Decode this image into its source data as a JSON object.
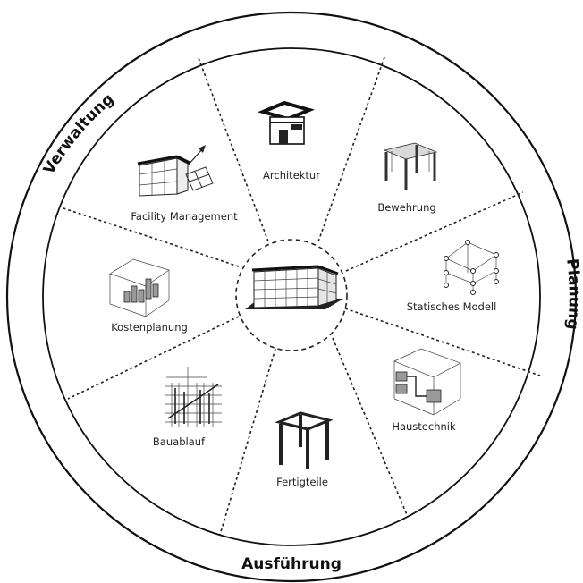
{
  "phases": {
    "verwaltung": "Verwaltung",
    "planung": "Planung",
    "ausfuehrung": "Ausführung"
  },
  "segments": {
    "architektur": "Architektur",
    "bewehrung": "Bewehrung",
    "statisches_modell": "Statisches Modell",
    "haustechnik": "Haustechnik",
    "fertigteile": "Fertigteile",
    "bauablauf": "Bauablauf",
    "kostenplanung": "Kostenplanung",
    "facility_management": "Facility Management"
  },
  "icons": {
    "center": "building-model-icon",
    "architektur": "house-icon",
    "bewehrung": "frame-structure-icon",
    "statisches_modell": "structural-model-icon",
    "haustechnik": "building-services-icon",
    "fertigteile": "precast-frame-icon",
    "bauablauf": "construction-schedule-icon",
    "kostenplanung": "cost-chart-icon",
    "facility_management": "facility-building-icon"
  }
}
